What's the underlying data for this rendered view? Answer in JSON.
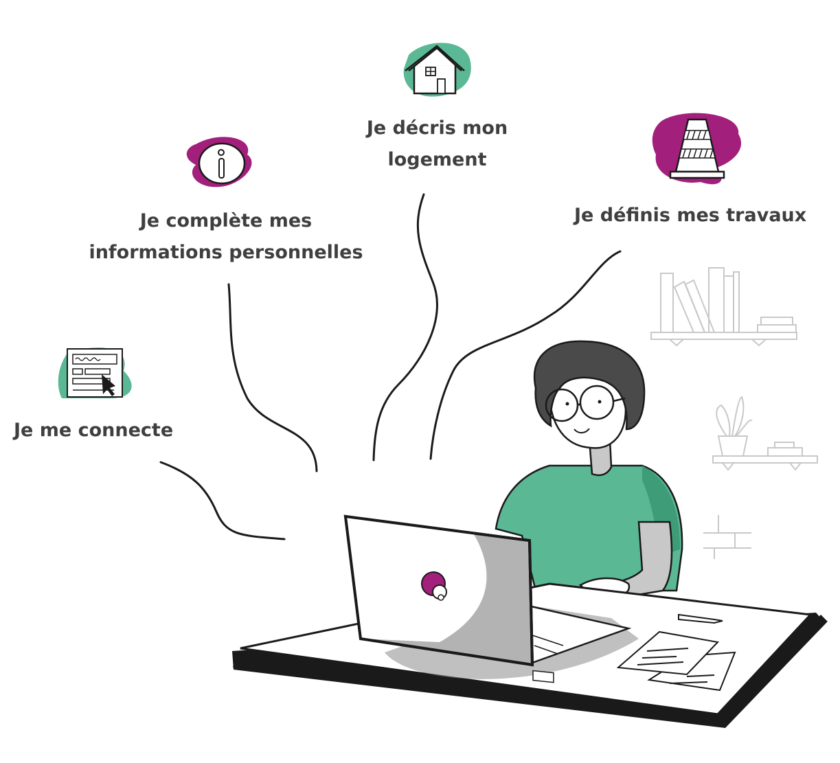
{
  "steps": [
    {
      "id": "connect",
      "icon": "login-form-icon",
      "label": "Je me connecte"
    },
    {
      "id": "info",
      "icon": "info-icon",
      "label_lines": [
        "Je complète mes",
        "informations personnelles"
      ]
    },
    {
      "id": "home",
      "icon": "house-icon",
      "label_lines": [
        "Je décris mon",
        "logement"
      ]
    },
    {
      "id": "works",
      "icon": "traffic-cone-icon",
      "label": "Je définis mes travaux"
    }
  ],
  "colors": {
    "green": "#5bb894",
    "purple": "#a21f7c",
    "text": "#3f3f3f",
    "line": "#1a1a1a",
    "grey": "#c8c8c8"
  }
}
